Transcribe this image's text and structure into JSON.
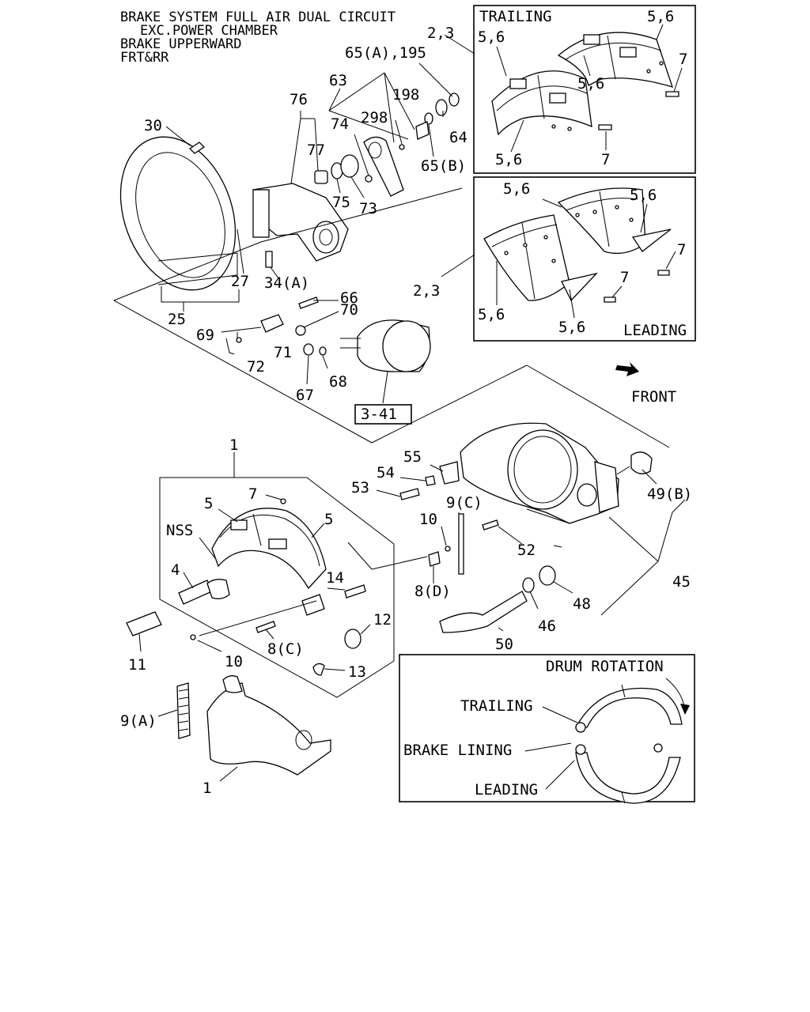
{
  "header": {
    "line1": "BRAKE SYSTEM FULL AIR DUAL CIRCUIT",
    "line2": "EXC.POWER CHAMBER",
    "line3": "BRAKE UPPERWARD",
    "line4": "FRT&RR"
  },
  "callouts": {
    "c2_3_top": "2,3",
    "c65a_195": "65(A),195",
    "c76": "76",
    "c63": "63",
    "c198": "198",
    "c30": "30",
    "c74": "74",
    "c298": "298",
    "c64": "64",
    "c77": "77",
    "c65b": "65(B)",
    "c75": "75",
    "c73": "73",
    "c27": "27",
    "c34a": "34(A)",
    "c25": "25",
    "c66": "66",
    "c70": "70",
    "c69": "69",
    "c71": "71",
    "c72": "72",
    "c67": "67",
    "c68": "68",
    "c3_41": "3-41",
    "c2_3_mid": "2,3",
    "c1_top": "1",
    "c7_main": "7",
    "c5_left": "5",
    "c5_right": "5",
    "cNSS": "NSS",
    "c4": "4",
    "c14": "14",
    "c12": "12",
    "c8c": "8(C)",
    "c11": "11",
    "c10_low": "10",
    "c13": "13",
    "c9a": "9(A)",
    "c1_bottom": "1",
    "c55": "55",
    "c54": "54",
    "c53": "53",
    "c9c": "9(C)",
    "c10_mid": "10",
    "c8d": "8(D)",
    "c52": "52",
    "c49b": "49(B)",
    "c45": "45",
    "c48": "48",
    "c46": "46",
    "c50": "50",
    "front": "FRONT"
  },
  "trailing_box": {
    "title": "TRAILING",
    "c56_a": "5,6",
    "c56_b": "5,6",
    "c56_c": "5,6",
    "c56_d": "5,6",
    "c7_a": "7",
    "c7_b": "7"
  },
  "leading_box": {
    "title": "LEADING",
    "c56_a": "5,6",
    "c56_b": "5,6",
    "c56_c": "5,6",
    "c56_d": "5,6",
    "c7_a": "7",
    "c7_b": "7"
  },
  "rotation_box": {
    "title": "DRUM ROTATION",
    "trailing": "TRAILING",
    "lining": "BRAKE LINING",
    "leading": "LEADING"
  }
}
